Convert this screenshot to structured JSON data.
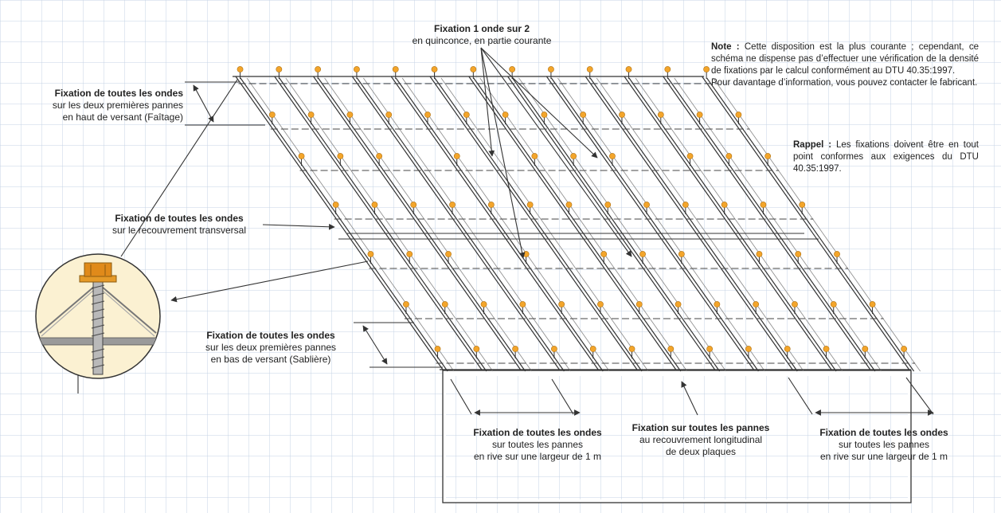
{
  "labels": {
    "top_center": {
      "bold": "Fixation 1 onde sur 2",
      "line2": "en quinconce, en partie courante"
    },
    "ridge": {
      "bold": "Fixation de toutes les ondes",
      "line2": "sur les deux premières pannes",
      "line3": "en haut de versant (Faîtage)"
    },
    "transverse": {
      "bold": "Fixation de toutes les ondes",
      "line2": "sur le recouvrement transversal"
    },
    "eave": {
      "bold": "Fixation de toutes les ondes",
      "line2": "sur les deux premières pannes",
      "line3": "en bas de versant (Sablière)"
    },
    "rive_left": {
      "bold": "Fixation de toutes les ondes",
      "line2": "sur toutes les pannes",
      "line3": "en rive sur une largeur de 1 m"
    },
    "longitudinal": {
      "bold": "Fixation sur toutes les pannes",
      "line2": "au recouvrement longitudinal",
      "line3": "de deux plaques"
    },
    "rive_right": {
      "bold": "Fixation de toutes les ondes",
      "line2": "sur toutes les pannes",
      "line3": "en rive sur une largeur de 1 m"
    }
  },
  "note": {
    "lead": "Note :",
    "text": "Cette disposition est la plus courante ; cependant, ce schéma ne dispense pas d’effectuer une vérification de la densité de fixations par le calcul conformément au DTU 40.35:1997.",
    "text2": "Pour davantage d’information, vous pouvez contacter le fabricant."
  },
  "reminder": {
    "lead": "Rappel :",
    "text": "Les fixations doivent être en tout point conformes aux exigences du DTU 40.35:1997."
  },
  "colors": {
    "grid": "#c6d3e4",
    "line": "#333333",
    "fastener": "#f3a52b",
    "screw_head": "#e08a1a"
  }
}
